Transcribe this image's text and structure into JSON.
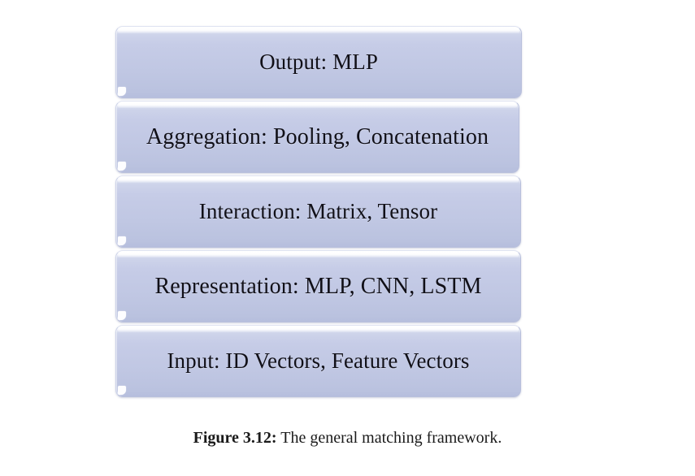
{
  "figure": {
    "caption_label": "Figure 3.12:",
    "caption_text": "The general matching framework.",
    "colors": {
      "box_fill_top": "#ced4ea",
      "box_fill_bottom": "#b6bedd",
      "box_border": "#b9c0dc",
      "highlight": "#ffffff",
      "text": "#111018",
      "page_background": "#ffffff"
    },
    "layers": [
      {
        "id": "output",
        "label": "Output: MLP"
      },
      {
        "id": "aggregation",
        "label": "Aggregation: Pooling, Concatenation"
      },
      {
        "id": "interaction",
        "label": "Interaction: Matrix, Tensor"
      },
      {
        "id": "representation",
        "label": "Representation: MLP, CNN, LSTM"
      },
      {
        "id": "input",
        "label": "Input: ID Vectors, Feature Vectors"
      }
    ]
  }
}
